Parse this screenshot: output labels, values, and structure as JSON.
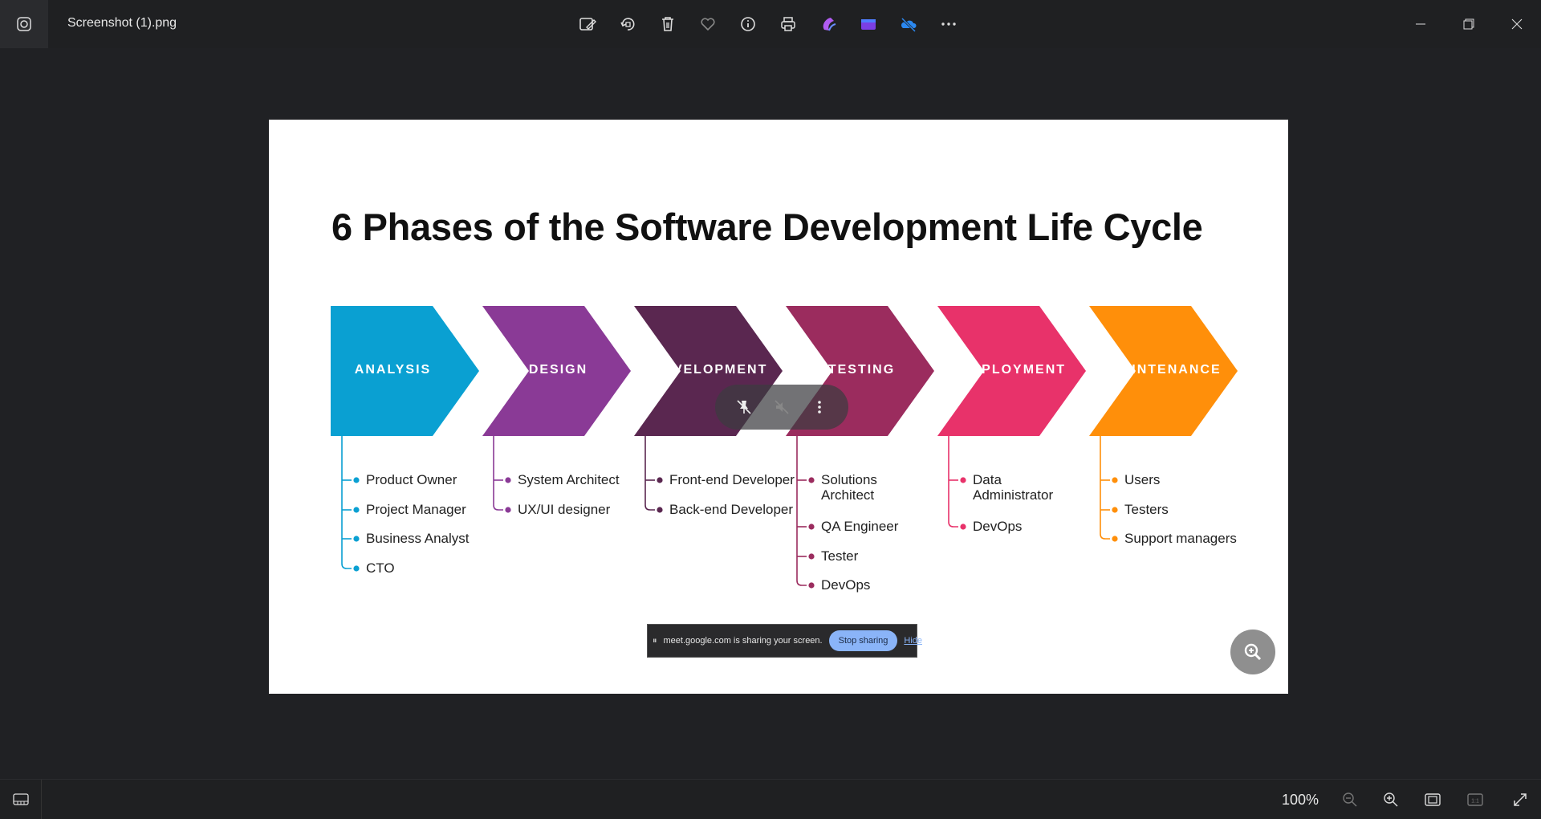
{
  "window": {
    "title": "Screenshot (1).png"
  },
  "toolbar": {
    "buttons": [
      "edit-image-icon",
      "rotate-icon",
      "delete-icon",
      "favorite-icon",
      "info-icon",
      "print-icon",
      "copilot-icon",
      "clipchamp-icon",
      "onedrive-icon",
      "more-icon"
    ]
  },
  "slide": {
    "title": "6 Phases of the Software Development Life Cycle",
    "phases": [
      {
        "label": "ANALYSIS",
        "color": "#0aa0d2",
        "roles": [
          "Product Owner",
          "Project Manager",
          "Business Analyst",
          "CTO"
        ]
      },
      {
        "label": "DESIGN",
        "color": "#8a3a96",
        "roles": [
          "System Architect",
          "UX/UI designer"
        ]
      },
      {
        "label": "DEVELOPMENT",
        "color": "#5a2750",
        "roles": [
          "Front-end Developer",
          "Back-end Developer"
        ]
      },
      {
        "label": "TESTING",
        "color": "#9b2c5e",
        "roles": [
          "Solutions Architect",
          "QA Engineer",
          "Tester",
          "DevOps"
        ]
      },
      {
        "label": "DEPLOYMENT",
        "color": "#e8326a",
        "roles": [
          "Data Administrator",
          "DevOps"
        ]
      },
      {
        "label": "MAINTENANCE",
        "color": "#ff8f0a",
        "roles": [
          "Users",
          "Testers",
          "Support managers"
        ]
      }
    ]
  },
  "share_bar": {
    "text": "meet.google.com is sharing your screen.",
    "stop_label": "Stop sharing",
    "hide_label": "Hide"
  },
  "status": {
    "zoom": "100%"
  }
}
